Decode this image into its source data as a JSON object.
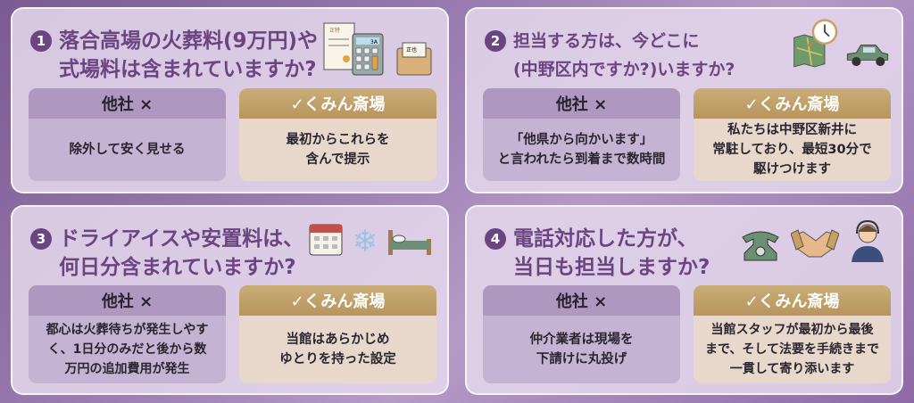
{
  "cards": [
    {
      "number": "1",
      "title": "落合高場の火葬料(9万円)や\n式場料は含まれていますか?",
      "other_label": "他社 ×",
      "other_text": "除外して安く見せる",
      "ours_label": "✓くみん斎場",
      "ours_text": "最初からこれらを\n含んで提示",
      "icons": [
        "document-icon",
        "calculator-icon",
        "folder-icon"
      ],
      "icon_texts": [
        "正特",
        "3A",
        "正也"
      ]
    },
    {
      "number": "2",
      "title": "担当する方は、今どこに\n(中野区内ですか?)いますか?",
      "other_label": "他社 ×",
      "other_text": "「他県から向かいます」\nと言われたら到着まで数時間",
      "ours_label": "✓くみん斎場",
      "ours_text": "私たちは中野区新井に\n常駐しており、最短30分で\n駆けつけます",
      "icons": [
        "map-icon",
        "clock-icon",
        "car-icon"
      ]
    },
    {
      "number": "3",
      "title": "ドライアイスや安置料は、\n何日分含まれていますか?",
      "other_label": "他社 ×",
      "other_text": "都心は火葬待ちが発生しやす\nく、1日分のみだと後から数\n万円の追加費用が発生",
      "ours_label": "✓くみん斎場",
      "ours_text": "当館はあらかじめ\nゆとりを持った設定",
      "icons": [
        "calendar-icon",
        "snowflake-icon",
        "bed-icon"
      ]
    },
    {
      "number": "4",
      "title": "電話対応した方が、\n当日も担当しますか?",
      "other_label": "他社 ×",
      "other_text": "仲介業者は現場を\n下請けに丸投げ",
      "ours_label": "✓くみん斎場",
      "ours_text": "当館スタッフが最初から最後\nまで、そして法要を手続きまで\n一貫して寄り添います",
      "icons": [
        "telephone-icon",
        "handshake-icon",
        "operator-icon"
      ]
    }
  ],
  "colors": {
    "accent": "#6b4580",
    "gold": "#b8955d",
    "other_header": "#ae98bf"
  }
}
